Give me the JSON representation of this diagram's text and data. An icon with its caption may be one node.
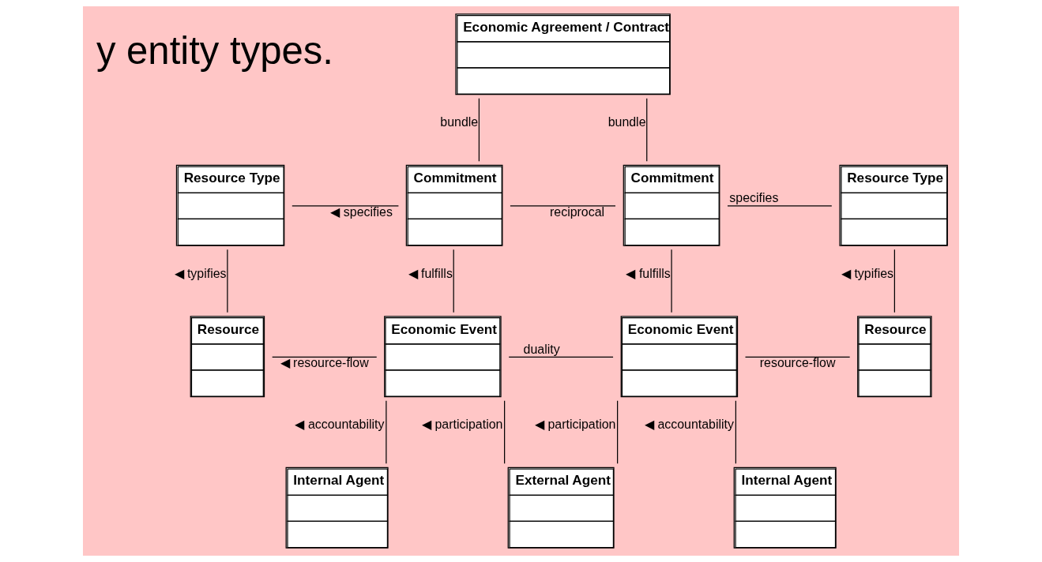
{
  "diagram": {
    "nodes": [
      {
        "text": [
          "Economic Agreement / Contract"
        ]
      },
      {
        "text": [
          "Resource Type"
        ]
      },
      {
        "text": [
          "Commitment"
        ]
      },
      {
        "text": [
          "Commitment"
        ]
      },
      {
        "text": [
          "Resource Type"
        ]
      },
      {
        "text": [
          "Resource"
        ]
      },
      {
        "text": [
          "Economic Event"
        ]
      },
      {
        "text": [
          "Economic Event"
        ]
      },
      {
        "text": [
          "Resource"
        ]
      },
      {
        "text": [
          "Internal Agent"
        ]
      },
      {
        "text": [
          "External Agent"
        ]
      },
      {
        "text": [
          "Internal Agent"
        ]
      }
    ],
    "edges": [
      {
        "from": 0,
        "to": 2,
        "arrow": "none",
        "label": "bundle"
      },
      {
        "from": 0,
        "to": 3,
        "arrow": "none",
        "label": "bundle"
      },
      {
        "from": 1,
        "to": 2,
        "arrow": "none",
        "label": "◀ specifies"
      },
      {
        "from": 2,
        "to": 3,
        "arrow": "none",
        "label": "reciprocal"
      },
      {
        "from": 3,
        "to": 4,
        "arrow": "none",
        "label": "specifies"
      },
      {
        "from": 1,
        "to": 5,
        "arrow": "none",
        "label": "◀ typifies"
      },
      {
        "from": 2,
        "to": 6,
        "arrow": "none",
        "label": "◀ fulfills"
      },
      {
        "from": 3,
        "to": 7,
        "arrow": "none",
        "label": "◀ fulfills"
      },
      {
        "from": 4,
        "to": 8,
        "arrow": "none",
        "label": "◀ typifies"
      },
      {
        "from": 5,
        "to": 6,
        "arrow": "none",
        "label": "◀ resource-flow"
      },
      {
        "from": 6,
        "to": 7,
        "arrow": "none",
        "label": "duality"
      },
      {
        "from": 7,
        "to": 8,
        "arrow": "none",
        "label": "resource-flow"
      },
      {
        "from": 6,
        "to": 9,
        "arrow": "none",
        "label": "◀ accountability"
      },
      {
        "from": 6,
        "to": 10,
        "arrow": "none",
        "label": "◀ participation"
      },
      {
        "from": 7,
        "to": 10,
        "arrow": "none",
        "label": "◀ participation"
      },
      {
        "from": 7,
        "to": 11,
        "arrow": "none",
        "label": "◀ accountability"
      }
    ],
    "labels": [
      "y entity types."
    ]
  }
}
